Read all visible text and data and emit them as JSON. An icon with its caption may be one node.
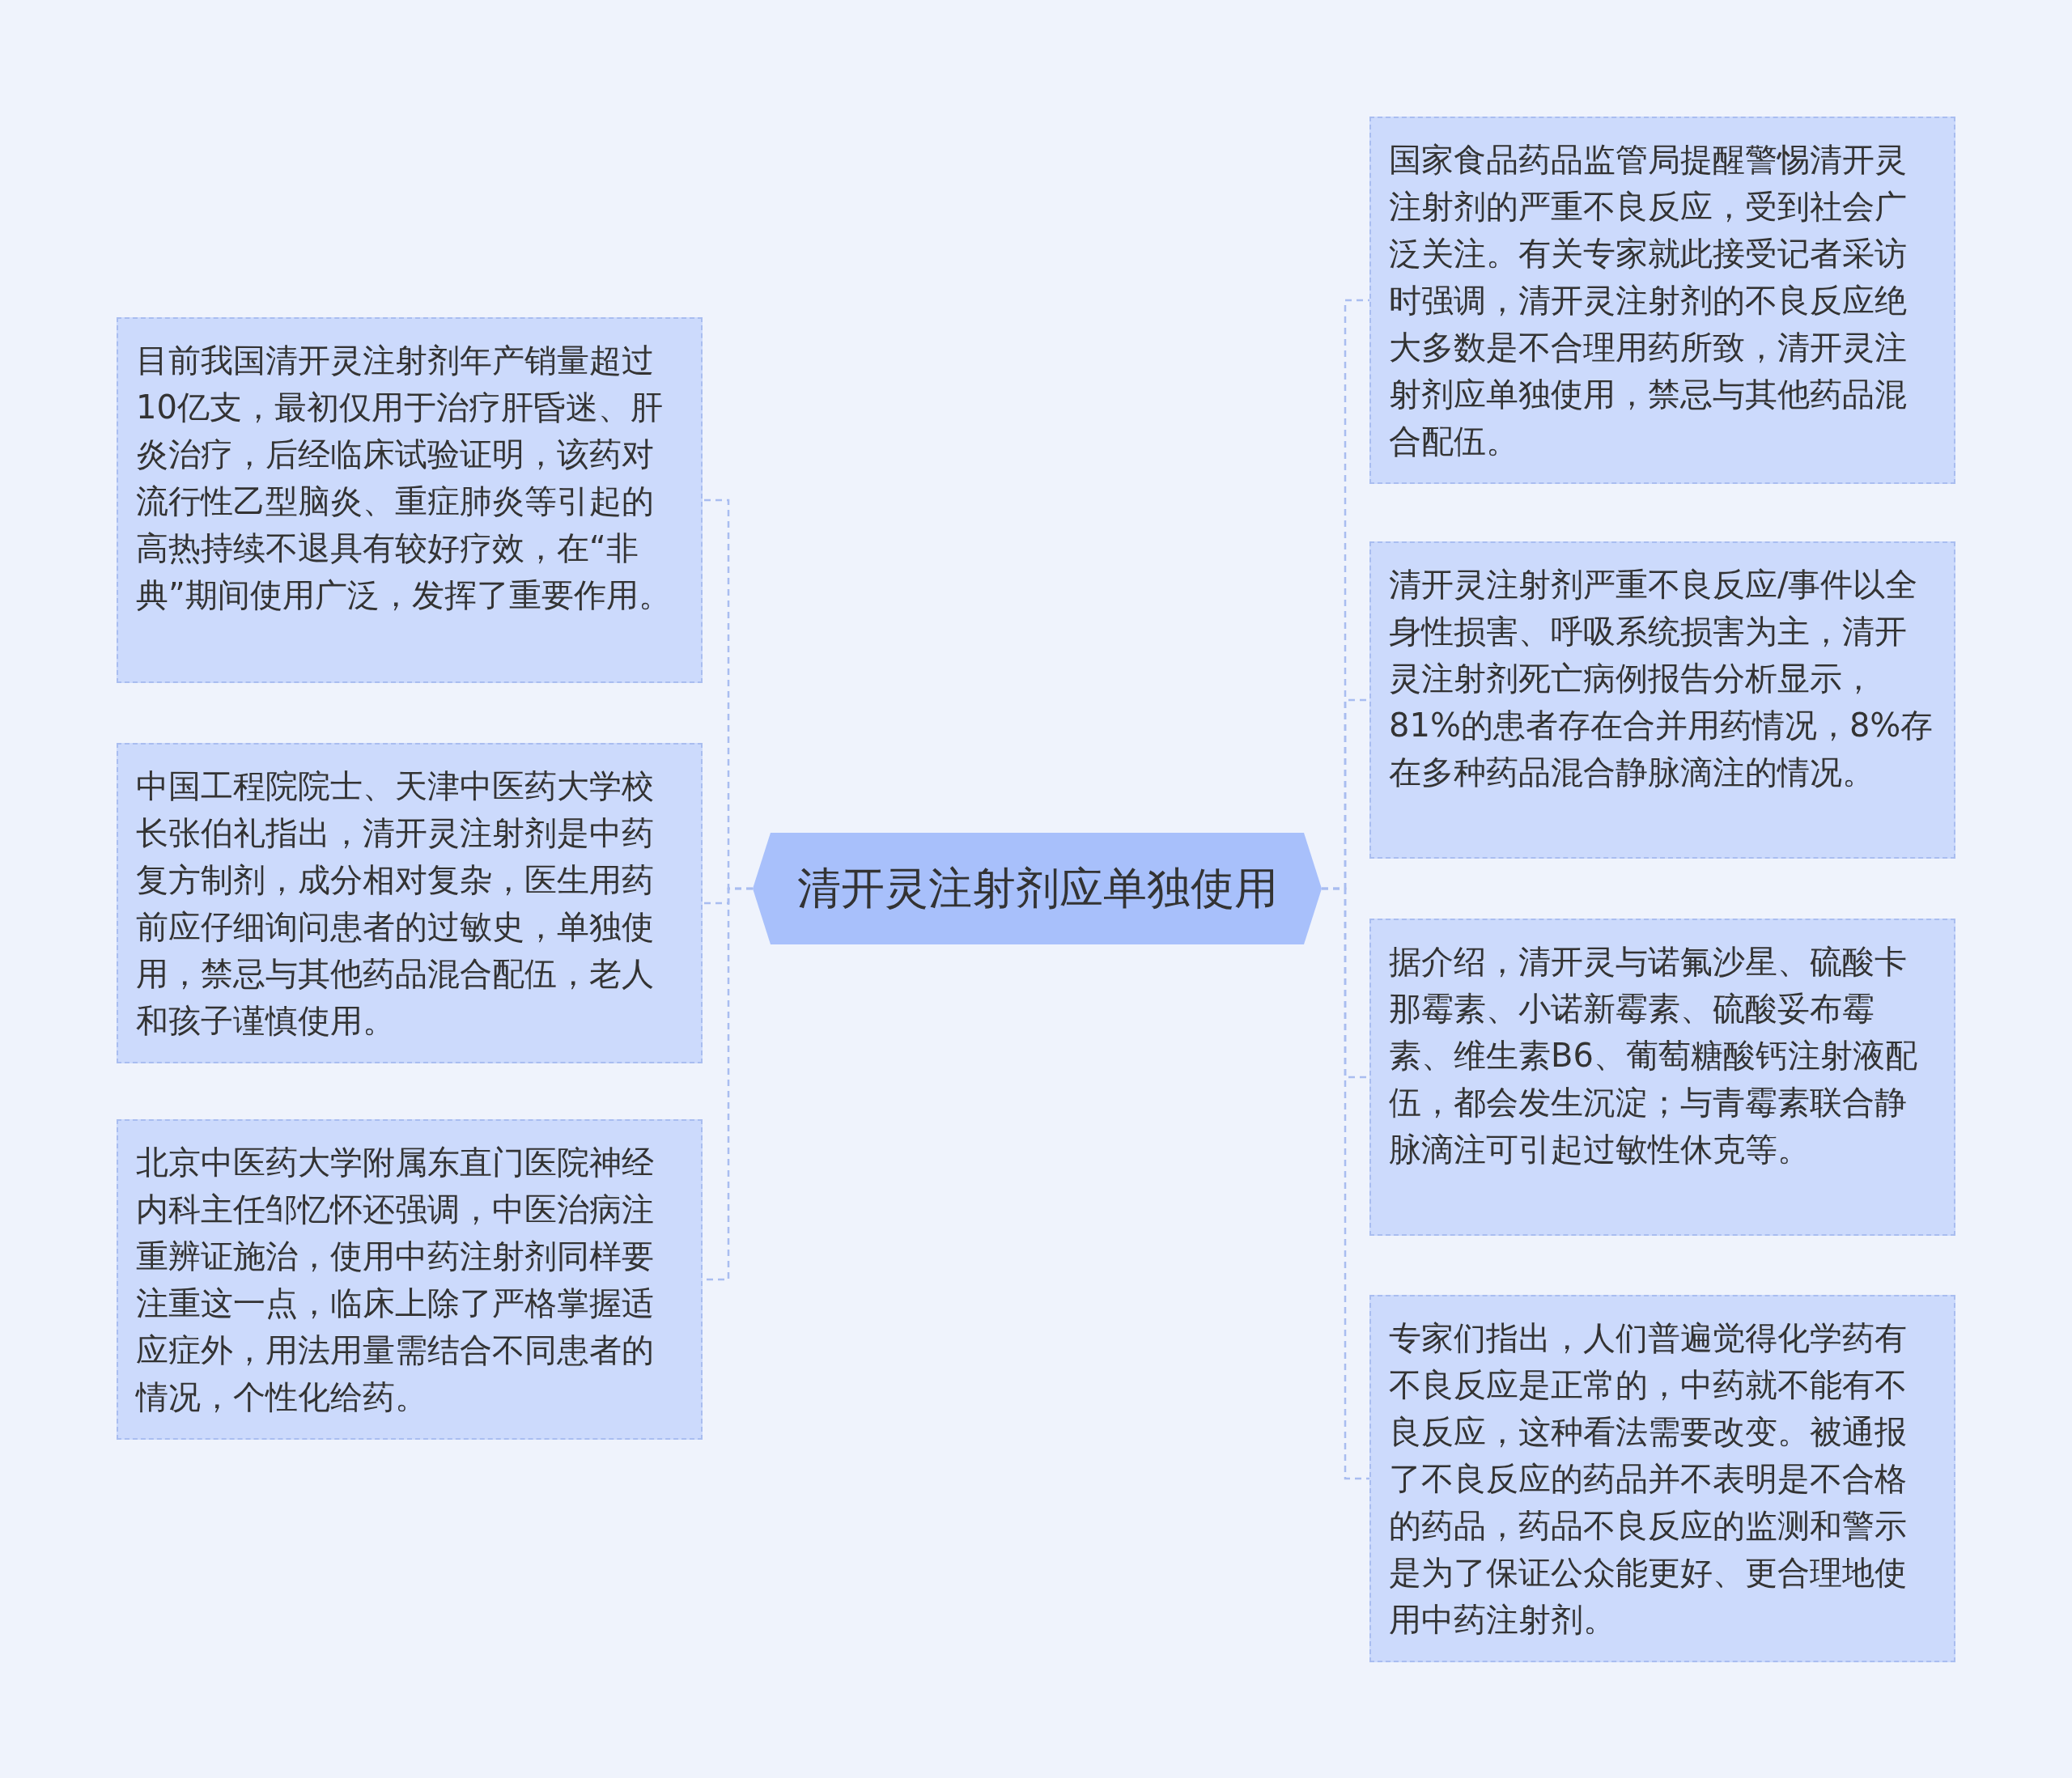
{
  "diagram": {
    "nodes": [
      {
        "text": [
          "清开灵注射剂应单独使用"
        ]
      },
      {
        "text": [
          "目前我国清开灵注射剂年产销量超过10亿支，最初仅用于治疗肝昏迷、肝炎治疗，后经临床试验证明，该药对流行性乙型脑炎、重症肺炎等引起的高热持续不退具有较好疗效，在“非典”期间使用广泛，发挥了重要作用。"
        ]
      },
      {
        "text": [
          "中国工程院院士、天津中医药大学校长张伯礼指出，清开灵注射剂是中药复方制剂，成分相对复杂，医生用药前应仔细询问患者的过敏史，单独使用，禁忌与其他药品混合配伍，老人和孩子谨慎使用。"
        ]
      },
      {
        "text": [
          "北京中医药大学附属东直门医院神经内科主任邹忆怀还强调，中医治病注重辨证施治，使用中药注射剂同样要注重这一点，临床上除了严格掌握适应症外，用法用量需结合不同患者的情况，个性化给药。"
        ]
      },
      {
        "text": [
          "国家食品药品监管局提醒警惕清开灵注射剂的严重不良反应，受到社会广泛关注。有关专家就此接受记者采访时强调，清开灵注射剂的不良反应绝大多数是不合理用药所致，清开灵注射剂应单独使用，禁忌与其他药品混合配伍。"
        ]
      },
      {
        "text": [
          "清开灵注射剂严重不良反应/事件以全身性损害、呼吸系统损害为主，清开灵注射剂死亡病例报告分析显示，81%的患者存在合并用药情况，8%存在多种药品混合静脉滴注的情况。"
        ]
      },
      {
        "text": [
          "据介绍，清开灵与诺氟沙星、硫酸卡那霉素、小诺新霉素、硫酸妥布霉素、维生素B6、葡萄糖酸钙注射液配伍，都会发生沉淀；与青霉素联合静脉滴注可引起过敏性休克等。"
        ]
      },
      {
        "text": [
          "专家们指出，人们普遍觉得化学药有不良反应是正常的，中药就不能有不良反应，这种看法需要改变。被通报了不良反应的药品并不表明是不合格的药品，药品不良反应的监测和警示是为了保证公众能更好、更合理地使用中药注射剂。"
        ]
      }
    ],
    "edges": [
      {
        "from": 0,
        "to": 1,
        "arrow": "none"
      },
      {
        "from": 0,
        "to": 2,
        "arrow": "none"
      },
      {
        "from": 0,
        "to": 3,
        "arrow": "none"
      },
      {
        "from": 0,
        "to": 4,
        "arrow": "none"
      },
      {
        "from": 0,
        "to": 5,
        "arrow": "none"
      },
      {
        "from": 0,
        "to": 6,
        "arrow": "none"
      },
      {
        "from": 0,
        "to": 7,
        "arrow": "none"
      }
    ]
  }
}
